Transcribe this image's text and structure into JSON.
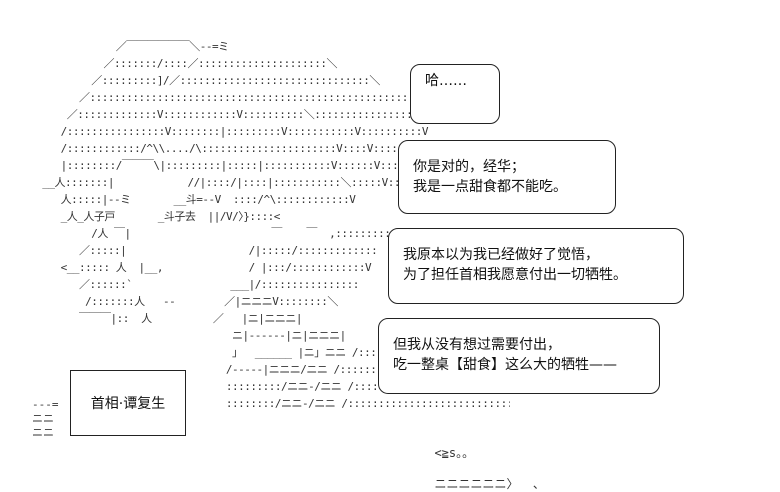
{
  "bubbles": {
    "small": {
      "lines": [
        "哈……"
      ]
    },
    "first": {
      "lines": [
        "你是对的，经华；",
        "我是一点甜食都不能吃。"
      ]
    },
    "second": {
      "lines": [
        "我原本以为我已经做好了觉悟，",
        "为了担任首相我愿意付出一切牺牲。"
      ]
    },
    "third": {
      "lines": [
        "但我从没有想过需要付出，",
        "吃一整桌【甜食】这么大的牺牲——"
      ]
    }
  },
  "name_plate": {
    "label": "首相·谭复生"
  },
  "art": {
    "lines": [
      "              ／￣￣￣￣￣￣＼--=ミ",
      "            ／:::::::/::::／:::::::::::::::::::::＼",
      "          ／:::::::::]/／:::::::::::::::::::::::::::::::＼",
      "        ／:::::::::::::::::::::::::::::::::::::::::::::::::::::::＼",
      "      ／:::::::::::::V::::::::::::V::::::::::＼:::::::::::::::::::|",
      "     /::::::::::::::::V::::::::|:::::::::V:::::::::::V::::::::::V",
      "     /::::::::::::/^\\\\..../\\::::::::::::::::::::::V::::V::::::＼",
      "     |::::::::/￣￣￣\\|:::::::::|:::::|:::::::::::V::::::V::::::::",
      "  __人:::::::|            //|::::/|::::|:::::::::::＼:::::V:::::V",
      "     人:::::|--ミ       __斗=--V  ::::/^\\::::::::::::V",
      "     _人_人子戸       _斗子去  ||/V/〉}::::<",
      "          /人 ￣|                       ￣    ￣  ,:::::::::",
      "        ／:::::|                    /|:::::/:::::::::::::",
      "     <__::::: 人  |__,              / |:::/::::::::::::V",
      "        ／::::::`                ___|/::::::::::::::::",
      "         /:::::::人   --        ／|ニニニV::::::::＼",
      "        ￣￣￣|::  人          ／   |ニ|ニニニ|",
      "                                 ニ|------|ニ|ニニニ|",
      "                                 」  ______ |ニ」ニニ /:::::::::",
      "                                /-----|ニニニ/ニニ /:::::::::::::::::::::",
      "                                :::::::::/ニニ-/ニニ /::::::::::::::::::::::::",
      "                                ::::::::/ニニ-/ニニ /:::::::::::::::::::::::::::/"
    ]
  },
  "plate_lines": [
    "---=",
    "ニニ",
    "ニニ"
  ],
  "arrow": {
    "text": "<≧s。。",
    "arrow_text": "ニニニニニニ〉  、"
  }
}
